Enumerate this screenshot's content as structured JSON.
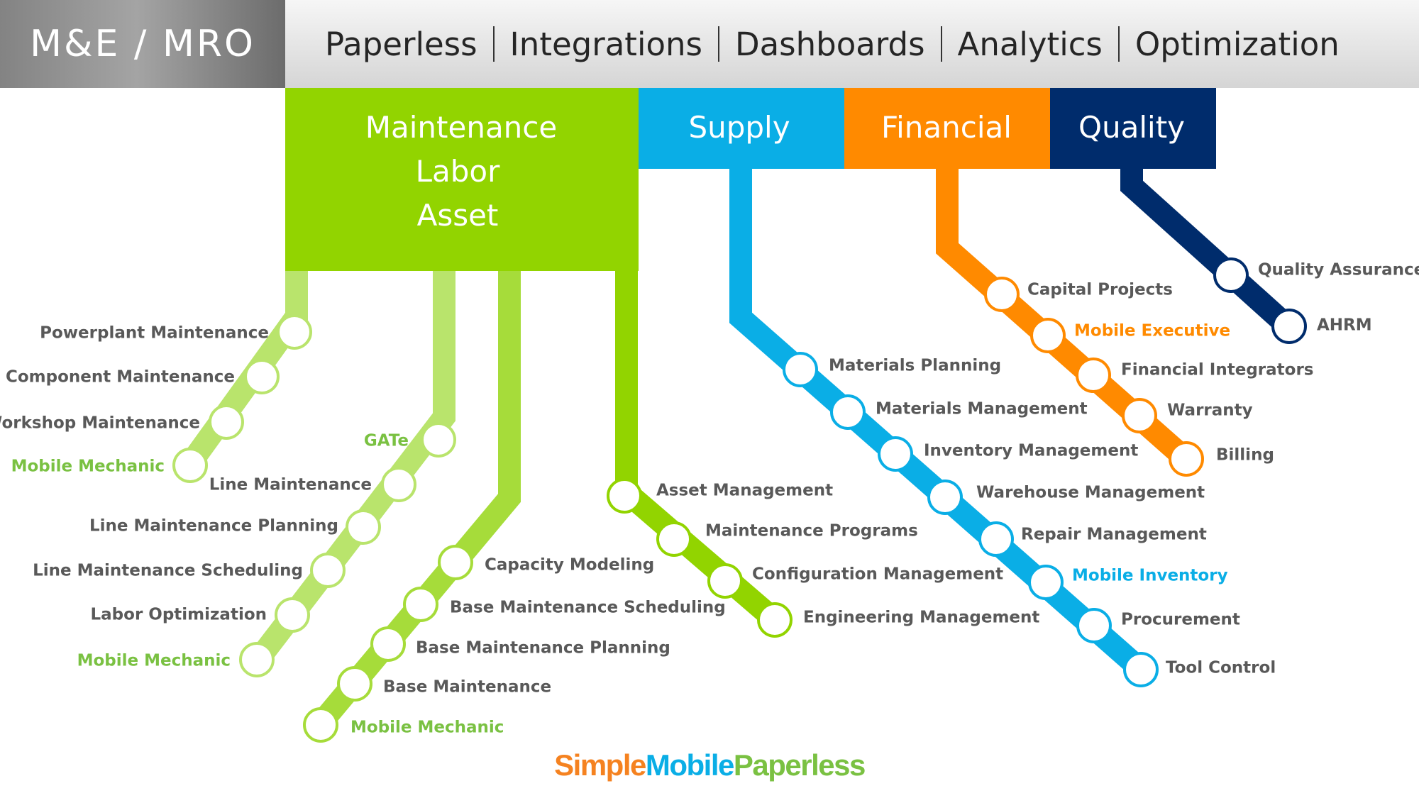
{
  "header": {
    "brand": "M&E / MRO",
    "nav": [
      "Paperless",
      "Integrations",
      "Dashboards",
      "Analytics",
      "Optimization"
    ]
  },
  "categories": {
    "maintenance": {
      "lines": [
        "Maintenance",
        "Labor",
        "Asset"
      ],
      "color": "#92d400"
    },
    "supply": {
      "label": "Supply",
      "color": "#0aaee6"
    },
    "financial": {
      "label": "Financial",
      "color": "#ff8a00"
    },
    "quality": {
      "label": "Quality",
      "color": "#002c6c"
    }
  },
  "branches": {
    "powerplant": [
      "Powerplant Maintenance",
      "Component Maintenance",
      "Workshop Maintenance",
      "Mobile Mechanic"
    ],
    "line": [
      "GATe",
      "Line Maintenance",
      "Line Maintenance Planning",
      "Line Maintenance Scheduling",
      "Labor Optimization",
      "Mobile Mechanic"
    ],
    "base": [
      "Capacity Modeling",
      "Base Maintenance Scheduling",
      "Base Maintenance Planning",
      "Base Maintenance",
      "Mobile Mechanic"
    ],
    "asset": [
      "Asset Management",
      "Maintenance Programs",
      "Configuration Management",
      "Engineering Management"
    ],
    "supply": [
      "Materials Planning",
      "Materials Management",
      "Inventory Management",
      "Warehouse Management",
      "Repair Management",
      "Mobile Inventory",
      "Procurement",
      "Tool Control"
    ],
    "financial": [
      "Capital Projects",
      "Mobile Executive",
      "Financial Integrators",
      "Warranty",
      "Billing"
    ],
    "quality": [
      "Quality Assurance",
      "AHRM"
    ]
  },
  "colors": {
    "light_green": "#b9e46c",
    "mid_green": "#a6dc3a",
    "green": "#92d400",
    "label_gray": "#595959"
  },
  "footer": {
    "simple": "Simple",
    "mobile": "Mobile",
    "paperless": "Paperless"
  }
}
